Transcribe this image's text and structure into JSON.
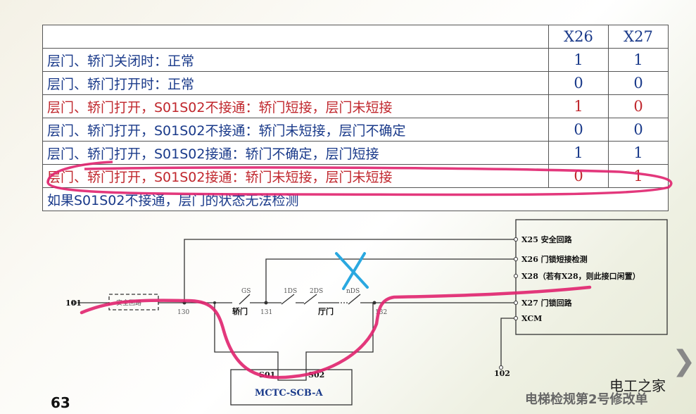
{
  "table": {
    "headers": [
      "",
      "X26",
      "X27"
    ],
    "rows": [
      {
        "text": "层门、轿门关闭时：正常",
        "x26": "1",
        "x27": "1",
        "highlight": false
      },
      {
        "text": "层门、轿门打开时：正常",
        "x26": "0",
        "x27": "0",
        "highlight": false
      },
      {
        "text": "层门、轿门打开，S01S02不接通：轿门短接，层门未短接",
        "x26": "1",
        "x27": "0",
        "highlight": true
      },
      {
        "text": "层门、轿门打开，S01S02不接通：轿门未短接，层门不确定",
        "x26": "0",
        "x27": "0",
        "highlight": false
      },
      {
        "text": "层门、轿门打开，S01S02接通：轿门不确定，层门短接",
        "x26": "1",
        "x27": "1",
        "highlight": false
      },
      {
        "text": "层门、轿门打开，S01S02接通：轿门未短接，层门未短接",
        "x26": "0",
        "x27": "1",
        "highlight": true
      }
    ],
    "footer": "如果S01S02不接通，层门的状态无法检测"
  },
  "diagram": {
    "terminals": {
      "x25": "X25 安全回路",
      "x26": "X26 门锁短接检测",
      "x28": "X28（若有X28，则此接口闲置）",
      "x27": "X27 门锁回路",
      "xcm": "XCM"
    },
    "nodes": {
      "n101": "101",
      "n130": "130",
      "n131": "131",
      "n132": "132",
      "n102": "102"
    },
    "switches": {
      "gs": "GS",
      "car_door": "轿门",
      "ds1": "1DS",
      "ds2": "2DS",
      "dsn": "nDS",
      "hall_door": "厅门"
    },
    "fuse_label": "安全回路",
    "board": {
      "name": "MCTC-SCB-A",
      "s01": "S01",
      "s02": "S02"
    }
  },
  "page_number": "63",
  "watermark": {
    "brand": "电工之家",
    "caption": "电梯检规第2号修改单"
  },
  "colors": {
    "highlight_red": "#c0272d",
    "text_blue": "#1a3a8a",
    "annotation_pink": "#e0226e",
    "annotation_blue": "#2aa8e0"
  }
}
